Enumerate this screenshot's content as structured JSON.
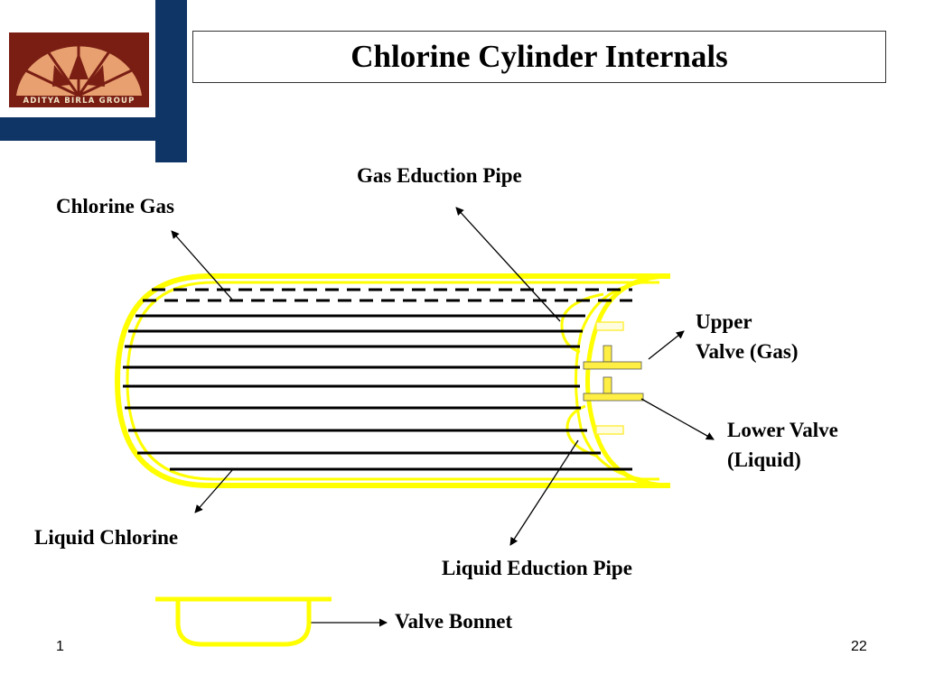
{
  "logo": {
    "text": "ADITYA BIRLA GROUP"
  },
  "title": "Chlorine Cylinder Internals",
  "labels": {
    "gas_eduction_pipe": "Gas Eduction Pipe",
    "chlorine_gas": "Chlorine Gas",
    "upper_valve_line1": "Upper",
    "upper_valve_line2": "Valve (Gas)",
    "lower_valve_line1": "Lower Valve",
    "lower_valve_line2": "(Liquid)",
    "liquid_chlorine": "Liquid Chlorine",
    "liquid_eduction_pipe": "Liquid Eduction Pipe",
    "valve_bonnet": "Valve Bonnet"
  },
  "footer": {
    "left": "1",
    "right": "22"
  },
  "colors": {
    "cylinder": "#ffff00",
    "valve_fill": "#ffee44",
    "navy": "#0f3466",
    "logo_bg": "#7a1e14",
    "logo_sun": "#e8a070"
  }
}
